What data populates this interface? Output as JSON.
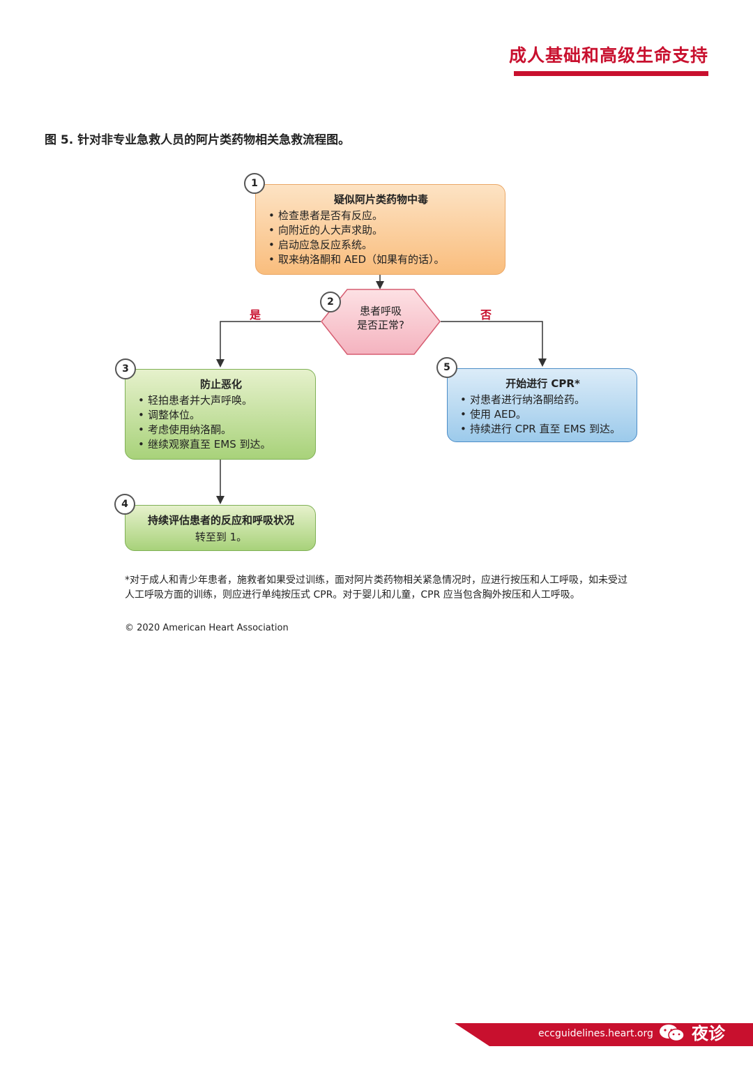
{
  "header": {
    "title": "成人基础和高级生命支持"
  },
  "figure": {
    "caption": "图 5. 针对非专业急救人员的阿片类药物相关急救流程图。"
  },
  "steps": {
    "s1": {
      "number": "1",
      "title": "疑似阿片类药物中毒",
      "items": [
        "检查患者是否有反应。",
        "向附近的人大声求助。",
        "启动应急反应系统。",
        "取来纳洛酮和 AED（如果有的话）。"
      ]
    },
    "s2": {
      "number": "2",
      "line1": "患者呼吸",
      "line2": "是否正常?"
    },
    "s3": {
      "number": "3",
      "title": "防止恶化",
      "items": [
        "轻拍患者并大声呼唤。",
        "调整体位。",
        "考虑使用纳洛酮。",
        "继续观察直至 EMS 到达。"
      ]
    },
    "s4": {
      "number": "4",
      "title": "持续评估患者的反应和呼吸状况",
      "subtitle": "转至到 1。"
    },
    "s5": {
      "number": "5",
      "title": "开始进行 CPR*",
      "items": [
        "对患者进行纳洛酮给药。",
        "使用 AED。",
        "持续进行 CPR 直至 EMS 到达。"
      ]
    }
  },
  "branches": {
    "yes": "是",
    "no": "否"
  },
  "footnote": "*对于成人和青少年患者，施救者如果受过训练，面对阿片类药物相关紧急情况时，应进行按压和人工呼吸，如未受过人工呼吸方面的训练，则应进行单纯按压式 CPR。对于婴儿和儿童，CPR 应当包含胸外按压和人工呼吸。",
  "copyright": "© 2020 American Heart Association",
  "footer": {
    "url": "eccguidelines.heart.org",
    "account": "夜诊",
    "icon": "wechat-icon"
  },
  "colors": {
    "accent": "#c8102e",
    "orange": "#f9bd7d",
    "green": "#a8d27a",
    "blue": "#9ccaeb",
    "pink": "#f6c6cf"
  }
}
